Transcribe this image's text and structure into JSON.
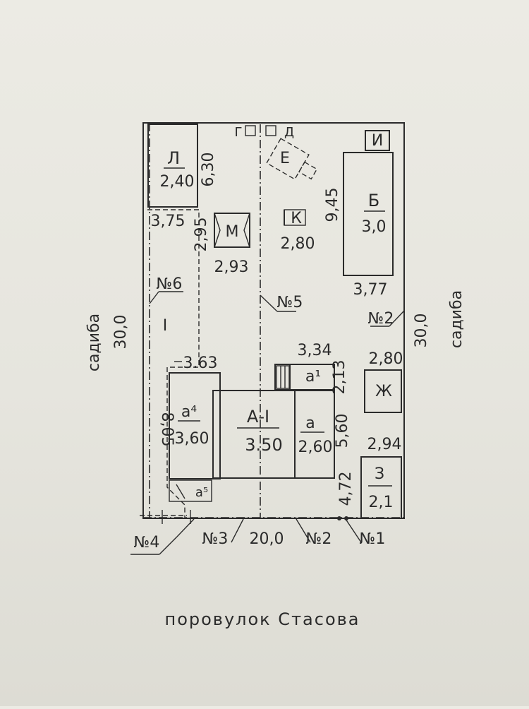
{
  "plan": {
    "street": "поровулок Стасова",
    "side_left": "садиба",
    "side_right": "садиба",
    "length_left": "30,0",
    "length_right": "30,0",
    "width_bottom": "20,0"
  },
  "buildings": {
    "L": {
      "letter": "Л",
      "value": "2,40",
      "dim": "6,30"
    },
    "B": {
      "letter": "Б",
      "value": "3,0",
      "dim": "9,45",
      "dim2": "3,77"
    },
    "M": {
      "letter": "М",
      "dim_w": "2,93",
      "dim_h": "2,95"
    },
    "K": {
      "letter": "К",
      "dim": "2,80"
    },
    "E": {
      "letter": "Е"
    },
    "I": {
      "letter": "И"
    },
    "G": {
      "letter": "Г"
    },
    "D": {
      "letter": "Д"
    },
    "Zh": {
      "letter": "Ж",
      "dim": "2,80"
    },
    "Z": {
      "letter": "З",
      "value": "2,1",
      "dim_w": "2,94",
      "dim_h": "4,72"
    },
    "A_I": {
      "letter": "А-I",
      "value": "3.50"
    },
    "a": {
      "letter": "а",
      "value": "2,60",
      "dim": "5,60"
    },
    "a1": {
      "letter": "а¹",
      "dim_w": "3,34",
      "dim_h": "2,13"
    },
    "a4": {
      "letter": "а⁴",
      "value": "3,60",
      "dim_h": "8,05",
      "dim_w": "3.63"
    },
    "a5": {
      "letter": "а⁵"
    }
  },
  "yard": {
    "label": "I",
    "dim": "3,75"
  },
  "fences": [
    "№1",
    "№2",
    "№3",
    "№4",
    "№5",
    "№6",
    "№2"
  ]
}
